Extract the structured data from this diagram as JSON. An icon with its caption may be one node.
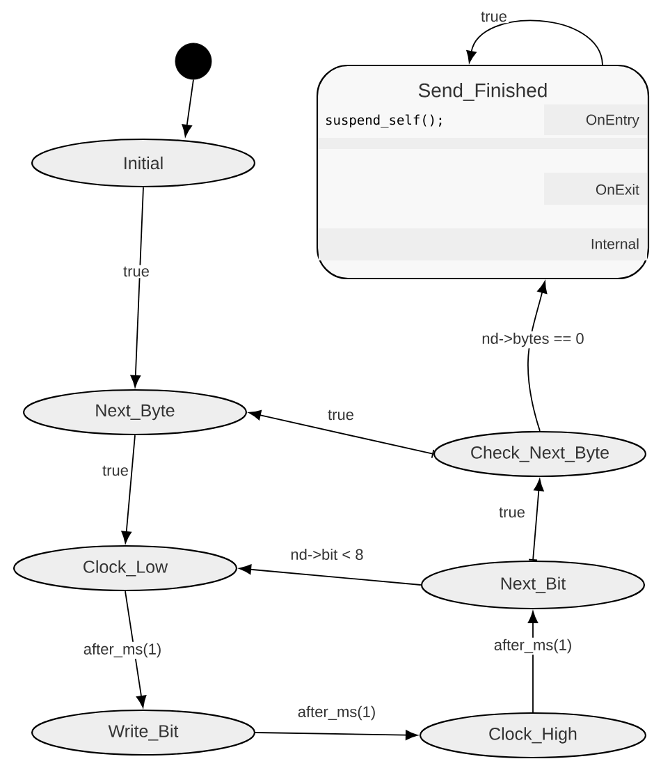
{
  "diagram": {
    "nodes": [
      {
        "text": [],
        "shape": "circle"
      },
      {
        "text": [
          "Initial"
        ]
      },
      {
        "text": [
          "Send_Finished",
          "suspend_self();",
          "OnEntry",
          "OnExit",
          "Internal"
        ]
      },
      {
        "text": [
          "Next_Byte"
        ]
      },
      {
        "text": [
          "Check_Next_Byte"
        ]
      },
      {
        "text": [
          "Clock_Low"
        ]
      },
      {
        "text": [
          "Next_Bit"
        ]
      },
      {
        "text": [
          "Write_Bit"
        ]
      },
      {
        "text": [
          "Clock_High"
        ]
      }
    ],
    "edges": [
      {
        "from": 0,
        "to": 1,
        "arrow": "to"
      },
      {
        "from": 1,
        "to": 3,
        "arrow": "to",
        "label": "true"
      },
      {
        "from": 2,
        "to": 2,
        "arrow": "to",
        "label": "true"
      },
      {
        "from": 4,
        "to": 2,
        "arrow": "to",
        "label": "nd->bytes == 0"
      },
      {
        "from": 4,
        "to": 3,
        "arrow": "to",
        "label": "true"
      },
      {
        "from": 3,
        "to": 5,
        "arrow": "to",
        "label": "true"
      },
      {
        "from": 6,
        "to": 5,
        "arrow": "to",
        "label": "nd->bit < 8"
      },
      {
        "from": 5,
        "to": 7,
        "arrow": "to",
        "label": "after_ms(1)"
      },
      {
        "from": 7,
        "to": 8,
        "arrow": "to",
        "label": "after_ms(1)"
      },
      {
        "from": 8,
        "to": 6,
        "arrow": "to",
        "label": "after_ms(1)"
      },
      {
        "from": 6,
        "to": 4,
        "arrow": "to",
        "label": "true"
      }
    ]
  }
}
